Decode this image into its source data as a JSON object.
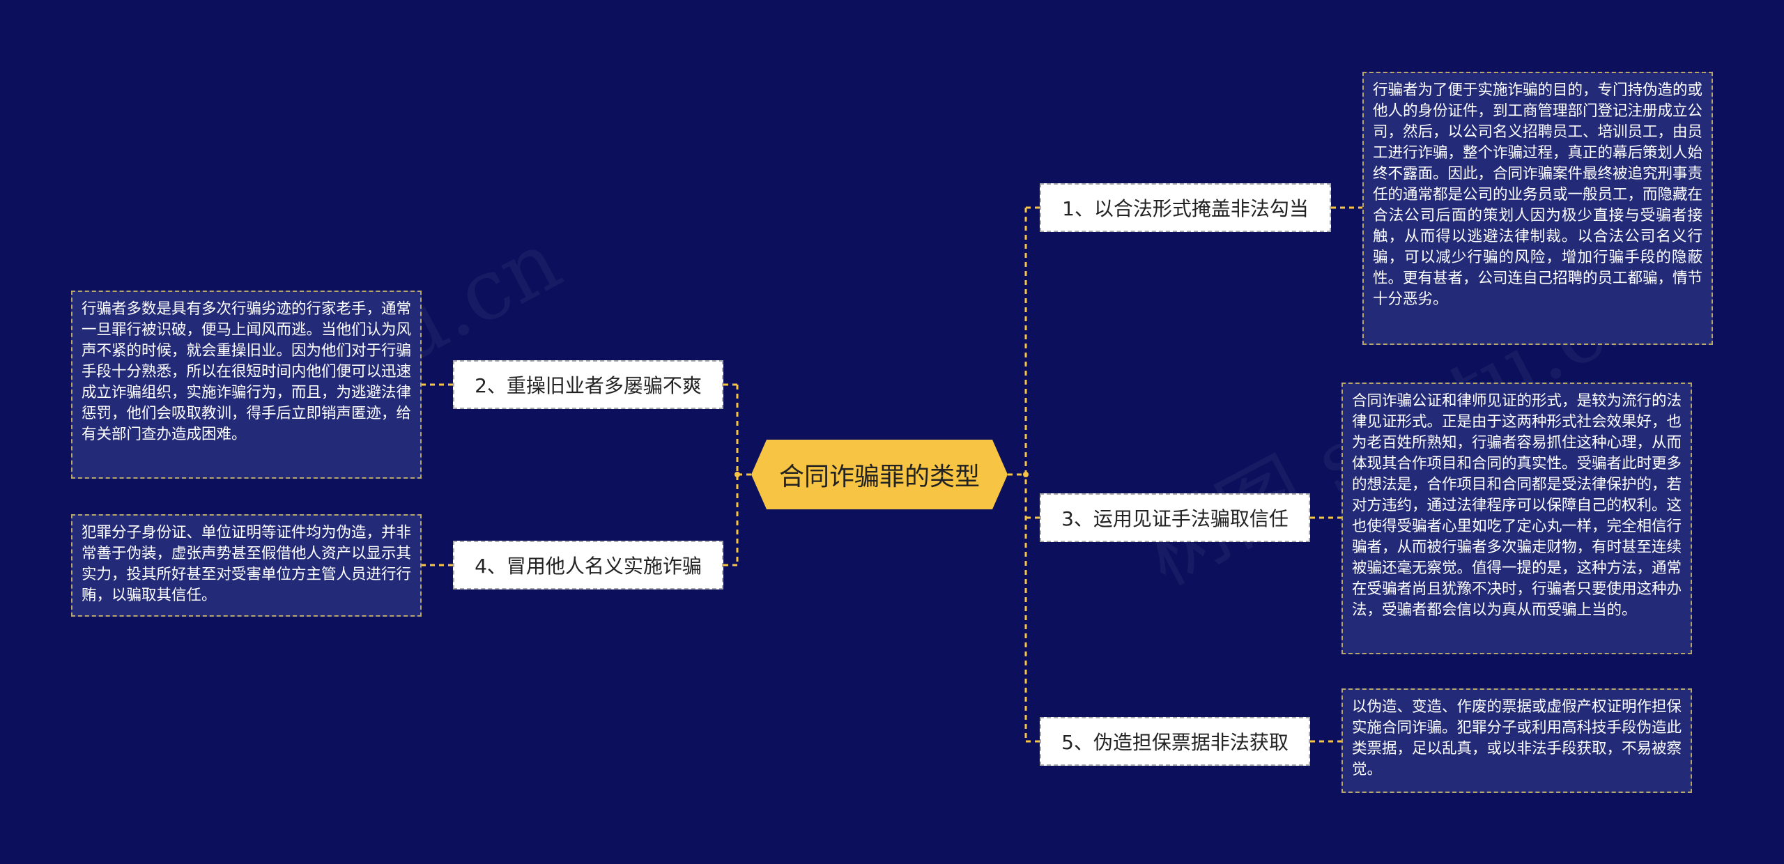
{
  "root": {
    "label": "合同诈骗罪的类型"
  },
  "colors": {
    "background": "#0b0f5c",
    "connector": "#f7c443",
    "root_fill": "#f7c443",
    "branch_fill": "#ffffff",
    "leaf_fill": "#232b78",
    "leaf_border": "#b9a66a"
  },
  "watermark": [
    "shutu.cn",
    "树图 shutu.cn"
  ],
  "branches": [
    {
      "id": "b1",
      "label": "1、以合法形式掩盖非法勾当",
      "detail": "行骗者为了便于实施诈骗的目的，专门持伪造的或他人的身份证件，到工商管理部门登记注册成立公司，然后，以公司名义招聘员工、培训员工，由员工进行诈骗，整个诈骗过程，真正的幕后策划人始终不露面。因此，合同诈骗案件最终被追究刑事责任的通常都是公司的业务员或一般员工，而隐藏在合法公司后面的策划人因为极少直接与受骗者接触，从而得以逃避法律制裁。以合法公司名义行骗，可以减少行骗的风险，增加行骗手段的隐蔽性。更有甚者，公司连自己招聘的员工都骗，情节十分恶劣。"
    },
    {
      "id": "b2",
      "label": "2、重操旧业者多屡骗不爽",
      "detail": "行骗者多数是具有多次行骗劣迹的行家老手，通常一旦罪行被识破，便马上闻风而逃。当他们认为风声不紧的时候，就会重操旧业。因为他们对于行骗手段十分熟悉，所以在很短时间内他们便可以迅速成立诈骗组织，实施诈骗行为，而且，为逃避法律惩罚，他们会吸取教训，得手后立即销声匿迹，给有关部门查办造成困难。"
    },
    {
      "id": "b3",
      "label": "3、运用见证手法骗取信任",
      "detail": "合同诈骗公证和律师见证的形式，是较为流行的法律见证形式。正是由于这两种形式社会效果好，也为老百姓所熟知，行骗者容易抓住这种心理，从而体现其合作项目和合同的真实性。受骗者此时更多的想法是，合作项目和合同都是受法律保护的，若对方违约，通过法律程序可以保障自己的权利。这也使得受骗者心里如吃了定心丸一样，完全相信行骗者，从而被行骗者多次骗走财物，有时甚至连续被骗还毫无察觉。值得一提的是，这种方法，通常在受骗者尚且犹豫不决时，行骗者只要使用这种办法，受骗者都会信以为真从而受骗上当的。"
    },
    {
      "id": "b4",
      "label": "4、冒用他人名义实施诈骗",
      "detail": "犯罪分子身份证、单位证明等证件均为伪造，并非常善于伪装，虚张声势甚至假借他人资产以显示其实力，投其所好甚至对受害单位方主管人员进行行贿，以骗取其信任。"
    },
    {
      "id": "b5",
      "label": "5、伪造担保票据非法获取",
      "detail": "以伪造、变造、作废的票据或虚假产权证明作担保实施合同诈骗。犯罪分子或利用高科技手段伪造此类票据，足以乱真，或以非法手段获取，不易被察觉。"
    }
  ]
}
